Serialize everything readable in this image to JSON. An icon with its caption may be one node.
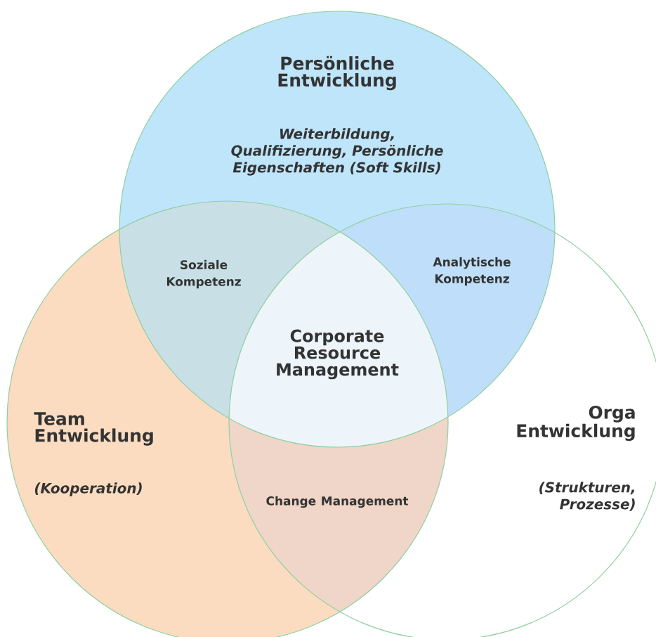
{
  "diagram": {
    "nodes": [
      {
        "text": [
          "Persönliche Entwicklung",
          "Weiterbildung, Qualifizierung, Persönliche Eigenschaften (Soft Skills)"
        ]
      },
      {
        "text": [
          "Team Entwicklung",
          "(Kooperation)"
        ]
      },
      {
        "text": [
          "Orga Entwicklung",
          "(Strukturen, Prozesse)"
        ]
      }
    ],
    "labels": [
      "Soziale Kompetenz",
      "Analytische Kompetenz",
      "Corporate Resource Management",
      "Change Management"
    ]
  }
}
